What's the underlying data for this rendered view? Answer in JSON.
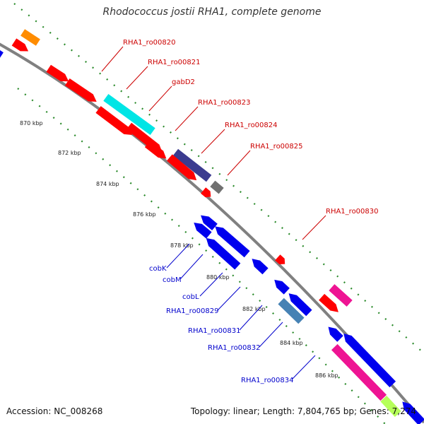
{
  "title": "Rhodococcus jostii RHA1, complete genome",
  "footer": {
    "accession": "Accession: NC_008268",
    "summary": "Topology: linear; Length: 7,804,765 bp; Genes: 7,274"
  },
  "colors": {
    "backbone": "#808080",
    "ruler_dot": "#2a8a2a",
    "forward_label": "#cc0000",
    "reverse_label": "#0000cc"
  },
  "kbp_labels": [
    "870 kbp",
    "872 kbp",
    "874 kbp",
    "876 kbp",
    "878 kbp",
    "880 kbp",
    "882 kbp",
    "884 kbp",
    "886 kbp"
  ],
  "genes": [
    {
      "id": "gabD2",
      "label": "gabD2",
      "strand": "forward",
      "color": "#00e5e5"
    },
    {
      "id": "RHA1_ro00820",
      "label": "RHA1_ro00820",
      "strand": "forward",
      "color": "#ff0000"
    },
    {
      "id": "RHA1_ro00821",
      "label": "RHA1_ro00821",
      "strand": "forward",
      "color": "#ff0000"
    },
    {
      "id": "RHA1_ro00823",
      "label": "RHA1_ro00823",
      "strand": "forward",
      "color": "#ff0000"
    },
    {
      "id": "RHA1_ro00824",
      "label": "RHA1_ro00824",
      "strand": "forward",
      "color": "#3b3b8f"
    },
    {
      "id": "RHA1_ro00825",
      "label": "RHA1_ro00825",
      "strand": "forward",
      "color": "#707070"
    },
    {
      "id": "RHA1_ro00830",
      "label": "RHA1_ro00830",
      "strand": "forward",
      "color": "#ff0000"
    },
    {
      "id": "cobK",
      "label": "cobK",
      "strand": "reverse",
      "color": "#0000ee"
    },
    {
      "id": "cobM",
      "label": "cobM",
      "strand": "reverse",
      "color": "#0000ee"
    },
    {
      "id": "cobL",
      "label": "cobL",
      "strand": "reverse",
      "color": "#0000ee"
    },
    {
      "id": "RHA1_ro00829",
      "label": "RHA1_ro00829",
      "strand": "reverse",
      "color": "#0000ee"
    },
    {
      "id": "RHA1_ro00831",
      "label": "RHA1_ro00831",
      "strand": "reverse",
      "color": "#0000ee"
    },
    {
      "id": "RHA1_ro00832",
      "label": "RHA1_ro00832",
      "strand": "reverse",
      "color": "#4682b4"
    },
    {
      "id": "RHA1_ro00834",
      "label": "RHA1_ro00834",
      "strand": "reverse",
      "color": "#ee1493"
    }
  ]
}
